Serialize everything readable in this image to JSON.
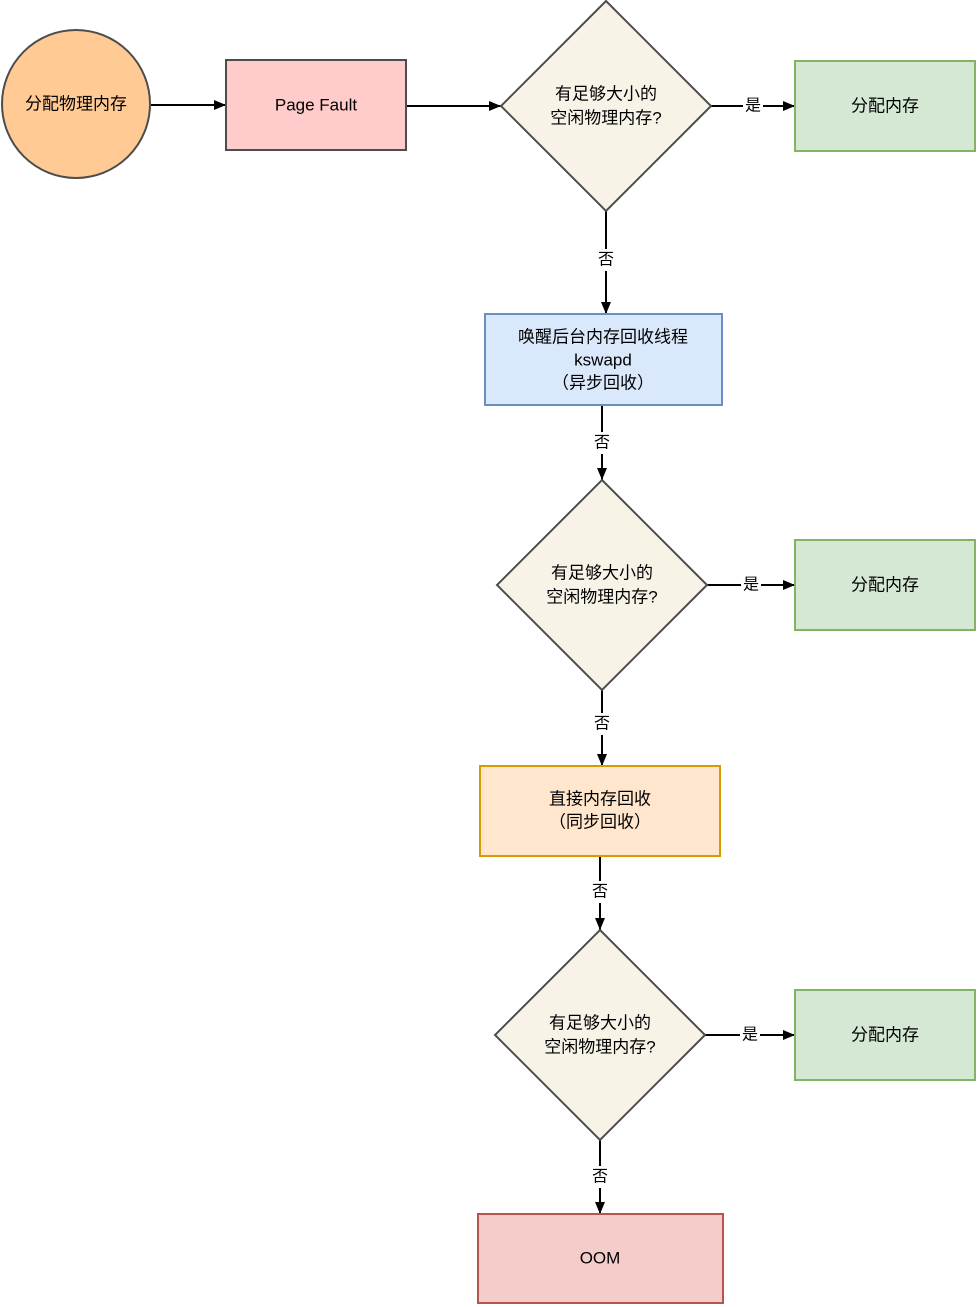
{
  "diagram": {
    "background": "#ffffff",
    "line_color": "#000000",
    "text_color": "#000000",
    "nodes": {
      "start": {
        "shape": "circle",
        "label": "分配物理内存",
        "fill": "#FFCA94",
        "stroke": "#4D4D4D"
      },
      "page_fault": {
        "shape": "rectangle",
        "label": "Page Fault",
        "fill": "#FFCBCB",
        "stroke": "#4D4D4D"
      },
      "decision_1": {
        "shape": "diamond",
        "line1": "有足够大小的",
        "line2": "空闲物理内存?",
        "fill": "#F7F3E7",
        "stroke": "#4D4D4D"
      },
      "allocate_1": {
        "shape": "rectangle",
        "label": "分配内存",
        "fill": "#D5E8D4",
        "stroke": "#82B366"
      },
      "kswapd": {
        "shape": "rectangle",
        "line1": "唤醒后台内存回收线程",
        "line2": "kswapd",
        "line3": "（异步回收）",
        "fill": "#DAE8FC",
        "stroke": "#6C8EBF"
      },
      "decision_2": {
        "shape": "diamond",
        "line1": "有足够大小的",
        "line2": "空闲物理内存?",
        "fill": "#F7F3E7",
        "stroke": "#4D4D4D"
      },
      "allocate_2": {
        "shape": "rectangle",
        "label": "分配内存",
        "fill": "#D5E8D4",
        "stroke": "#82B366"
      },
      "direct_reclaim": {
        "shape": "rectangle",
        "line1": "直接内存回收",
        "line2": "（同步回收）",
        "fill": "#FFE6CC",
        "stroke": "#D79B00"
      },
      "decision_3": {
        "shape": "diamond",
        "line1": "有足够大小的",
        "line2": "空闲物理内存?",
        "fill": "#F7F3E7",
        "stroke": "#4D4D4D"
      },
      "allocate_3": {
        "shape": "rectangle",
        "label": "分配内存",
        "fill": "#D5E8D4",
        "stroke": "#82B366"
      },
      "oom": {
        "shape": "rectangle",
        "label": "OOM",
        "fill": "#F4CDCB",
        "stroke": "#B85450"
      }
    },
    "edge_labels": {
      "yes_1": {
        "label": "是"
      },
      "no_1": {
        "label": "否"
      },
      "no_2": {
        "label": "否"
      },
      "yes_2": {
        "label": "是"
      },
      "no_3": {
        "label": "否"
      },
      "no_4": {
        "label": "否"
      },
      "yes_3": {
        "label": "是"
      },
      "no_5": {
        "label": "否"
      }
    }
  }
}
